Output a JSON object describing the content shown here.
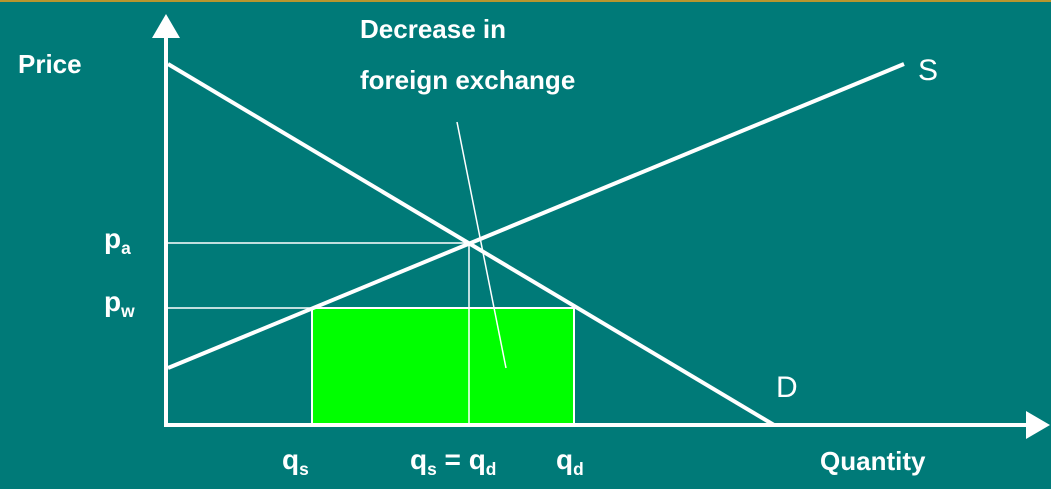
{
  "labels": {
    "y_axis": "Price",
    "x_axis": "Quantity",
    "supply": "S",
    "demand": "D",
    "annotation_line1": "Decrease in",
    "annotation_line2": "foreign exchange",
    "p_a_main": "p",
    "p_a_sub": "a",
    "p_w_main": "p",
    "p_w_sub": "w",
    "q_s_main": "q",
    "q_s_sub": "s",
    "eq_left_main": "q",
    "eq_left_sub": "s",
    "eq_sign": "=",
    "eq_right_main": "q",
    "eq_right_sub": "d",
    "q_d_main": "q",
    "q_d_sub": "d"
  },
  "colors": {
    "background": "#007a78",
    "lines": "#ffffff",
    "highlight_box": "#00ff00",
    "top_bar": "#b8962e"
  }
}
